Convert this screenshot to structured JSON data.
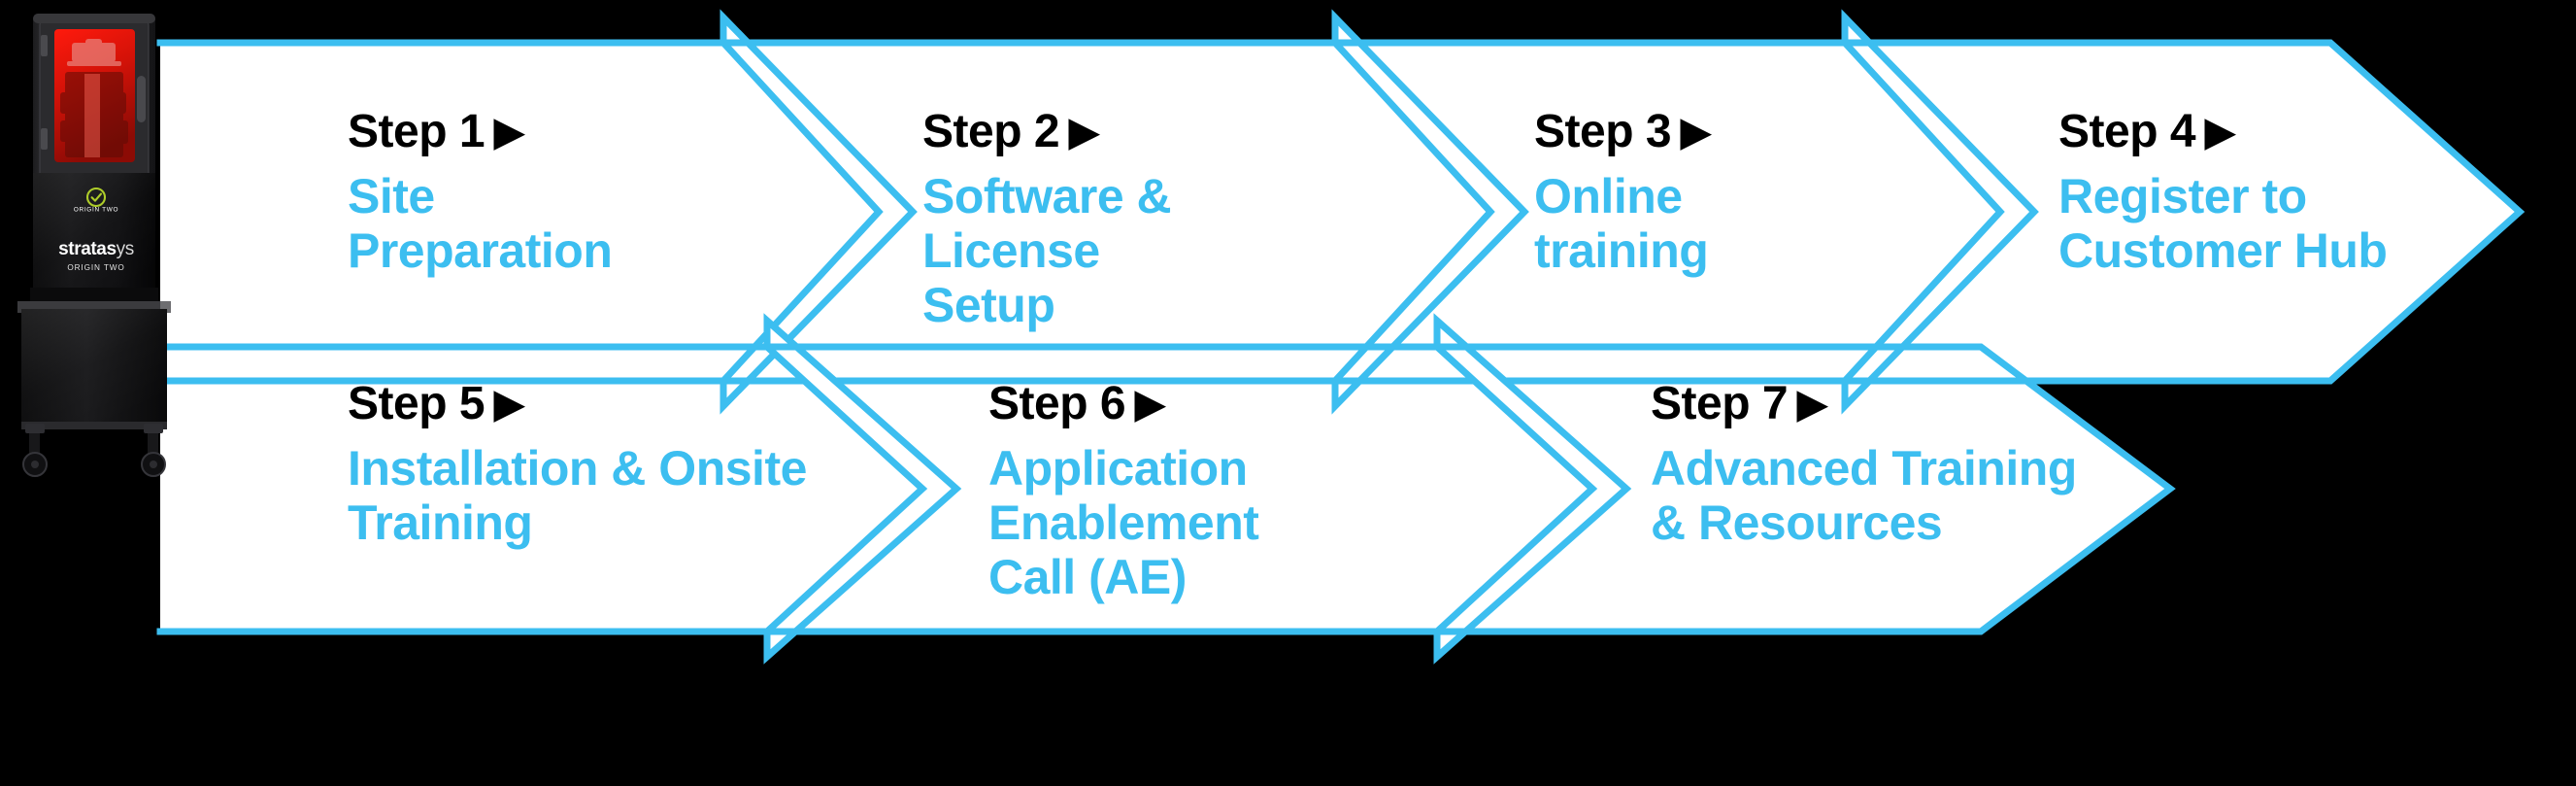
{
  "meta": {
    "background_color": "#000000",
    "accent_color": "#3CBEF0",
    "panel_color": "#FFFFFF",
    "head_color": "#000000"
  },
  "product_image": {
    "brand_label": "stratasys",
    "model_label": "ORIGIN TWO",
    "status_label": "ORIGIN TWO",
    "status_icon": "check-circle-icon",
    "status_color": "#AECC2A",
    "chamber_color": "#E01B10"
  },
  "process": {
    "caret_glyph": "▶",
    "rows": [
      {
        "row_name": "top-row",
        "steps": [
          {
            "head": "Step 1",
            "title_lines": [
              "Site Preparation"
            ]
          },
          {
            "head": "Step 2",
            "title_lines": [
              "Software & License",
              "Setup"
            ]
          },
          {
            "head": "Step 3",
            "title_lines": [
              "Online training"
            ]
          },
          {
            "head": "Step 4",
            "title_lines": [
              "Register to",
              "Customer Hub"
            ]
          }
        ]
      },
      {
        "row_name": "bottom-row",
        "steps": [
          {
            "head": "Step 5",
            "title_lines": [
              "Installation & Onsite",
              "Training"
            ]
          },
          {
            "head": "Step 6",
            "title_lines": [
              "Application Enablement",
              "Call (AE)"
            ]
          },
          {
            "head": "Step 7",
            "title_lines": [
              "Advanced Training",
              "& Resources"
            ]
          }
        ]
      }
    ]
  }
}
